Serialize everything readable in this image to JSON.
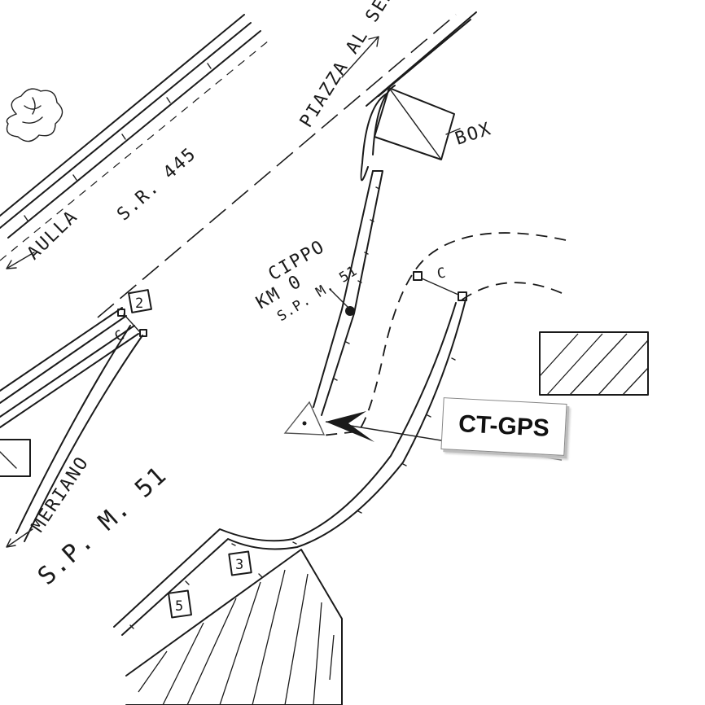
{
  "labels": {
    "piazza": "PIAZZA AL SERCHIO",
    "box": "BOX",
    "aulla": "AULLA",
    "sr445": "S.R. 445",
    "cippo": "CIPPO",
    "km": "KM 0",
    "spm51_small": "S.P. M. 51",
    "gps": "CT-GPS",
    "meriano": "MERIANO",
    "spm51": "S.P. M. 51"
  },
  "markers": {
    "c_left": "C",
    "c_right": "C",
    "pole_2": "2",
    "pole_3": "3",
    "pole_5": "5"
  }
}
